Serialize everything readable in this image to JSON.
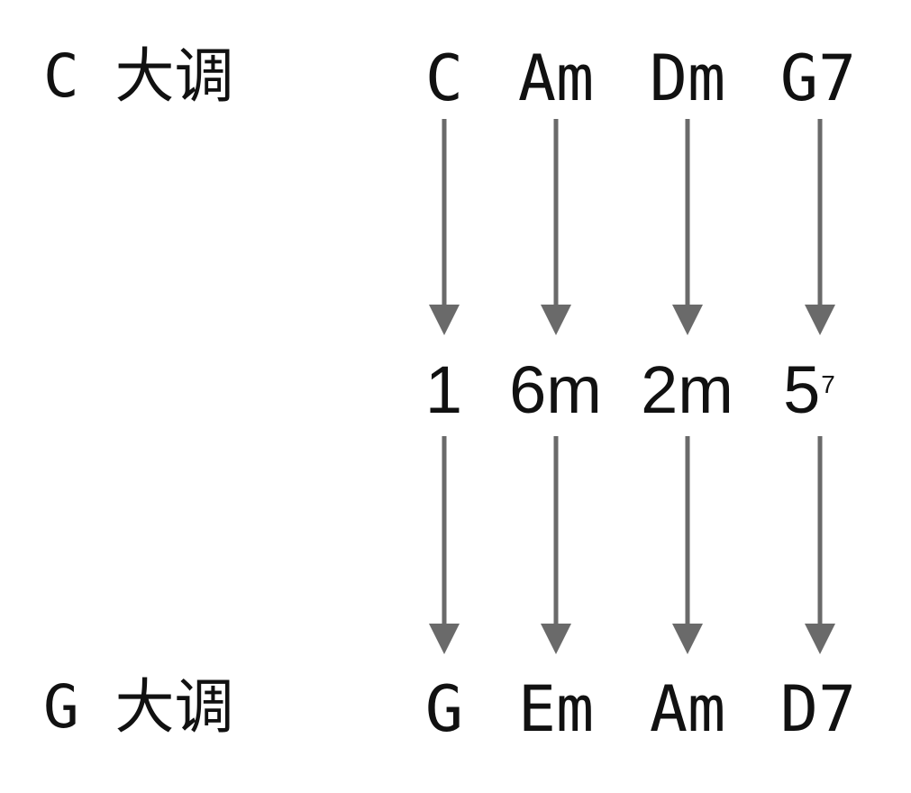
{
  "source_key": {
    "label": "C 大调",
    "chords": [
      "C",
      "Am",
      "Dm",
      "G7"
    ]
  },
  "degrees": [
    {
      "main": "1",
      "sup": ""
    },
    {
      "main": "6m",
      "sup": ""
    },
    {
      "main": "2m",
      "sup": ""
    },
    {
      "main": "5",
      "sup": "7"
    }
  ],
  "target_key": {
    "label": "G 大调",
    "chords": [
      "G",
      "Em",
      "Am",
      "D7"
    ]
  },
  "colors": {
    "text": "#111111",
    "arrow": "#6a6a6a",
    "background": "#ffffff"
  }
}
